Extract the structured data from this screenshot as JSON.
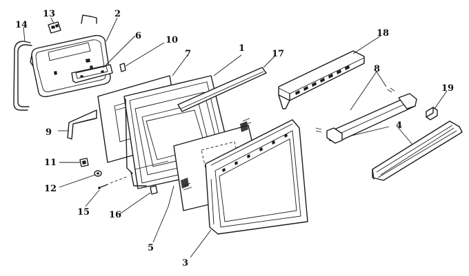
{
  "callouts": [
    {
      "id": "c13",
      "label": "13"
    },
    {
      "id": "c2",
      "label": "2"
    },
    {
      "id": "c14",
      "label": "14"
    },
    {
      "id": "c6",
      "label": "6"
    },
    {
      "id": "c10",
      "label": "10"
    },
    {
      "id": "c7",
      "label": "7"
    },
    {
      "id": "c1",
      "label": "1"
    },
    {
      "id": "c17",
      "label": "17"
    },
    {
      "id": "c18",
      "label": "18"
    },
    {
      "id": "c8",
      "label": "8"
    },
    {
      "id": "c19",
      "label": "19"
    },
    {
      "id": "c4",
      "label": "4"
    },
    {
      "id": "c9",
      "label": "9"
    },
    {
      "id": "c11",
      "label": "11"
    },
    {
      "id": "c12",
      "label": "12"
    },
    {
      "id": "c15",
      "label": "15"
    },
    {
      "id": "c16",
      "label": "16"
    },
    {
      "id": "c5",
      "label": "5"
    },
    {
      "id": "c3",
      "label": "3"
    }
  ]
}
